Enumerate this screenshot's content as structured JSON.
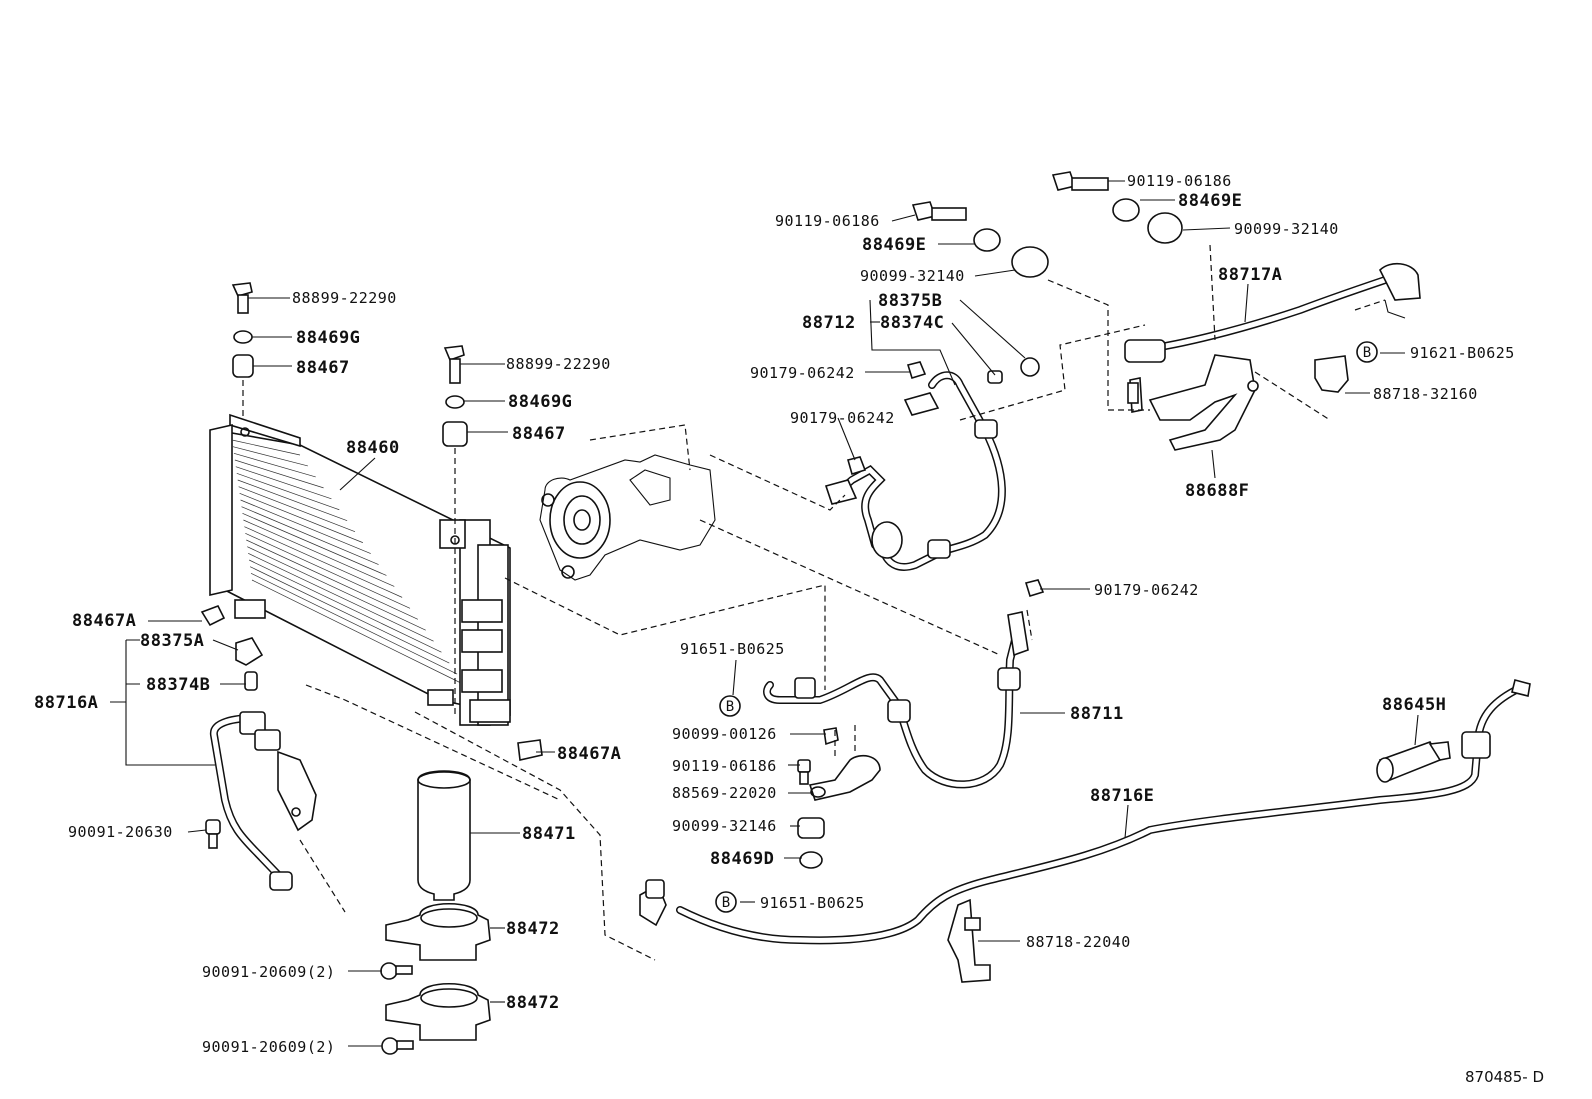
{
  "drawing_number": "870485- D",
  "marker_letter": "B",
  "labels": {
    "bolt_88899_a": "88899-22290",
    "cushion_88469g_a": "88469G",
    "cushion_88467_a": "88467",
    "bolt_88899_b": "88899-22290",
    "cushion_88469g_b": "88469G",
    "cushion_88467_b": "88467",
    "condenser": "88460",
    "cushion_88467a_left": "88467A",
    "cushion_88467a_right": "88467A",
    "cap_88375a": "88375A",
    "valve_88374b": "88374B",
    "pipe_88716a": "88716A",
    "bolt_90091_20630": "90091-20630",
    "receiver_88471": "88471",
    "bracket_88472_a": "88472",
    "bracket_88472_b": "88472",
    "bolt_90091_20609_a": "90091-20609(2)",
    "bolt_90091_20609_b": "90091-20609(2)",
    "bolt_90119_06186_top": "90119-06186",
    "washer_88469e_top": "88469E",
    "sleeve_90099_32140_top": "90099-32140",
    "bolt_90119_06186_mid": "90119-06186",
    "washer_88469e_mid": "88469E",
    "sleeve_90099_32140_mid": "90099-32140",
    "cap_88375b": "88375B",
    "hose_88712": "88712",
    "valve_88374c": "88374C",
    "nut_90179_06242_a": "90179-06242",
    "nut_90179_06242_b": "90179-06242",
    "nut_90179_06242_c": "90179-06242",
    "pipe_88717a": "88717A",
    "clip_91621_b0625": "91621-B0625",
    "clamp_88718_32160": "88718-32160",
    "bracket_88688f": "88688F",
    "clip_91651_b0625_a": "91651-B0625",
    "clip_91651_b0625_b": "91651-B0625",
    "hose_88711": "88711",
    "sleeve_90099_00126": "90099-00126",
    "bolt_90119_06186_low": "90119-06186",
    "clamp_88569_22020": "88569-22020",
    "sleeve_90099_32146": "90099-32146",
    "washer_88469d": "88469D",
    "switch_88645h": "88645H",
    "pipe_88716e": "88716E",
    "clamp_88718_22040": "88718-22040"
  }
}
